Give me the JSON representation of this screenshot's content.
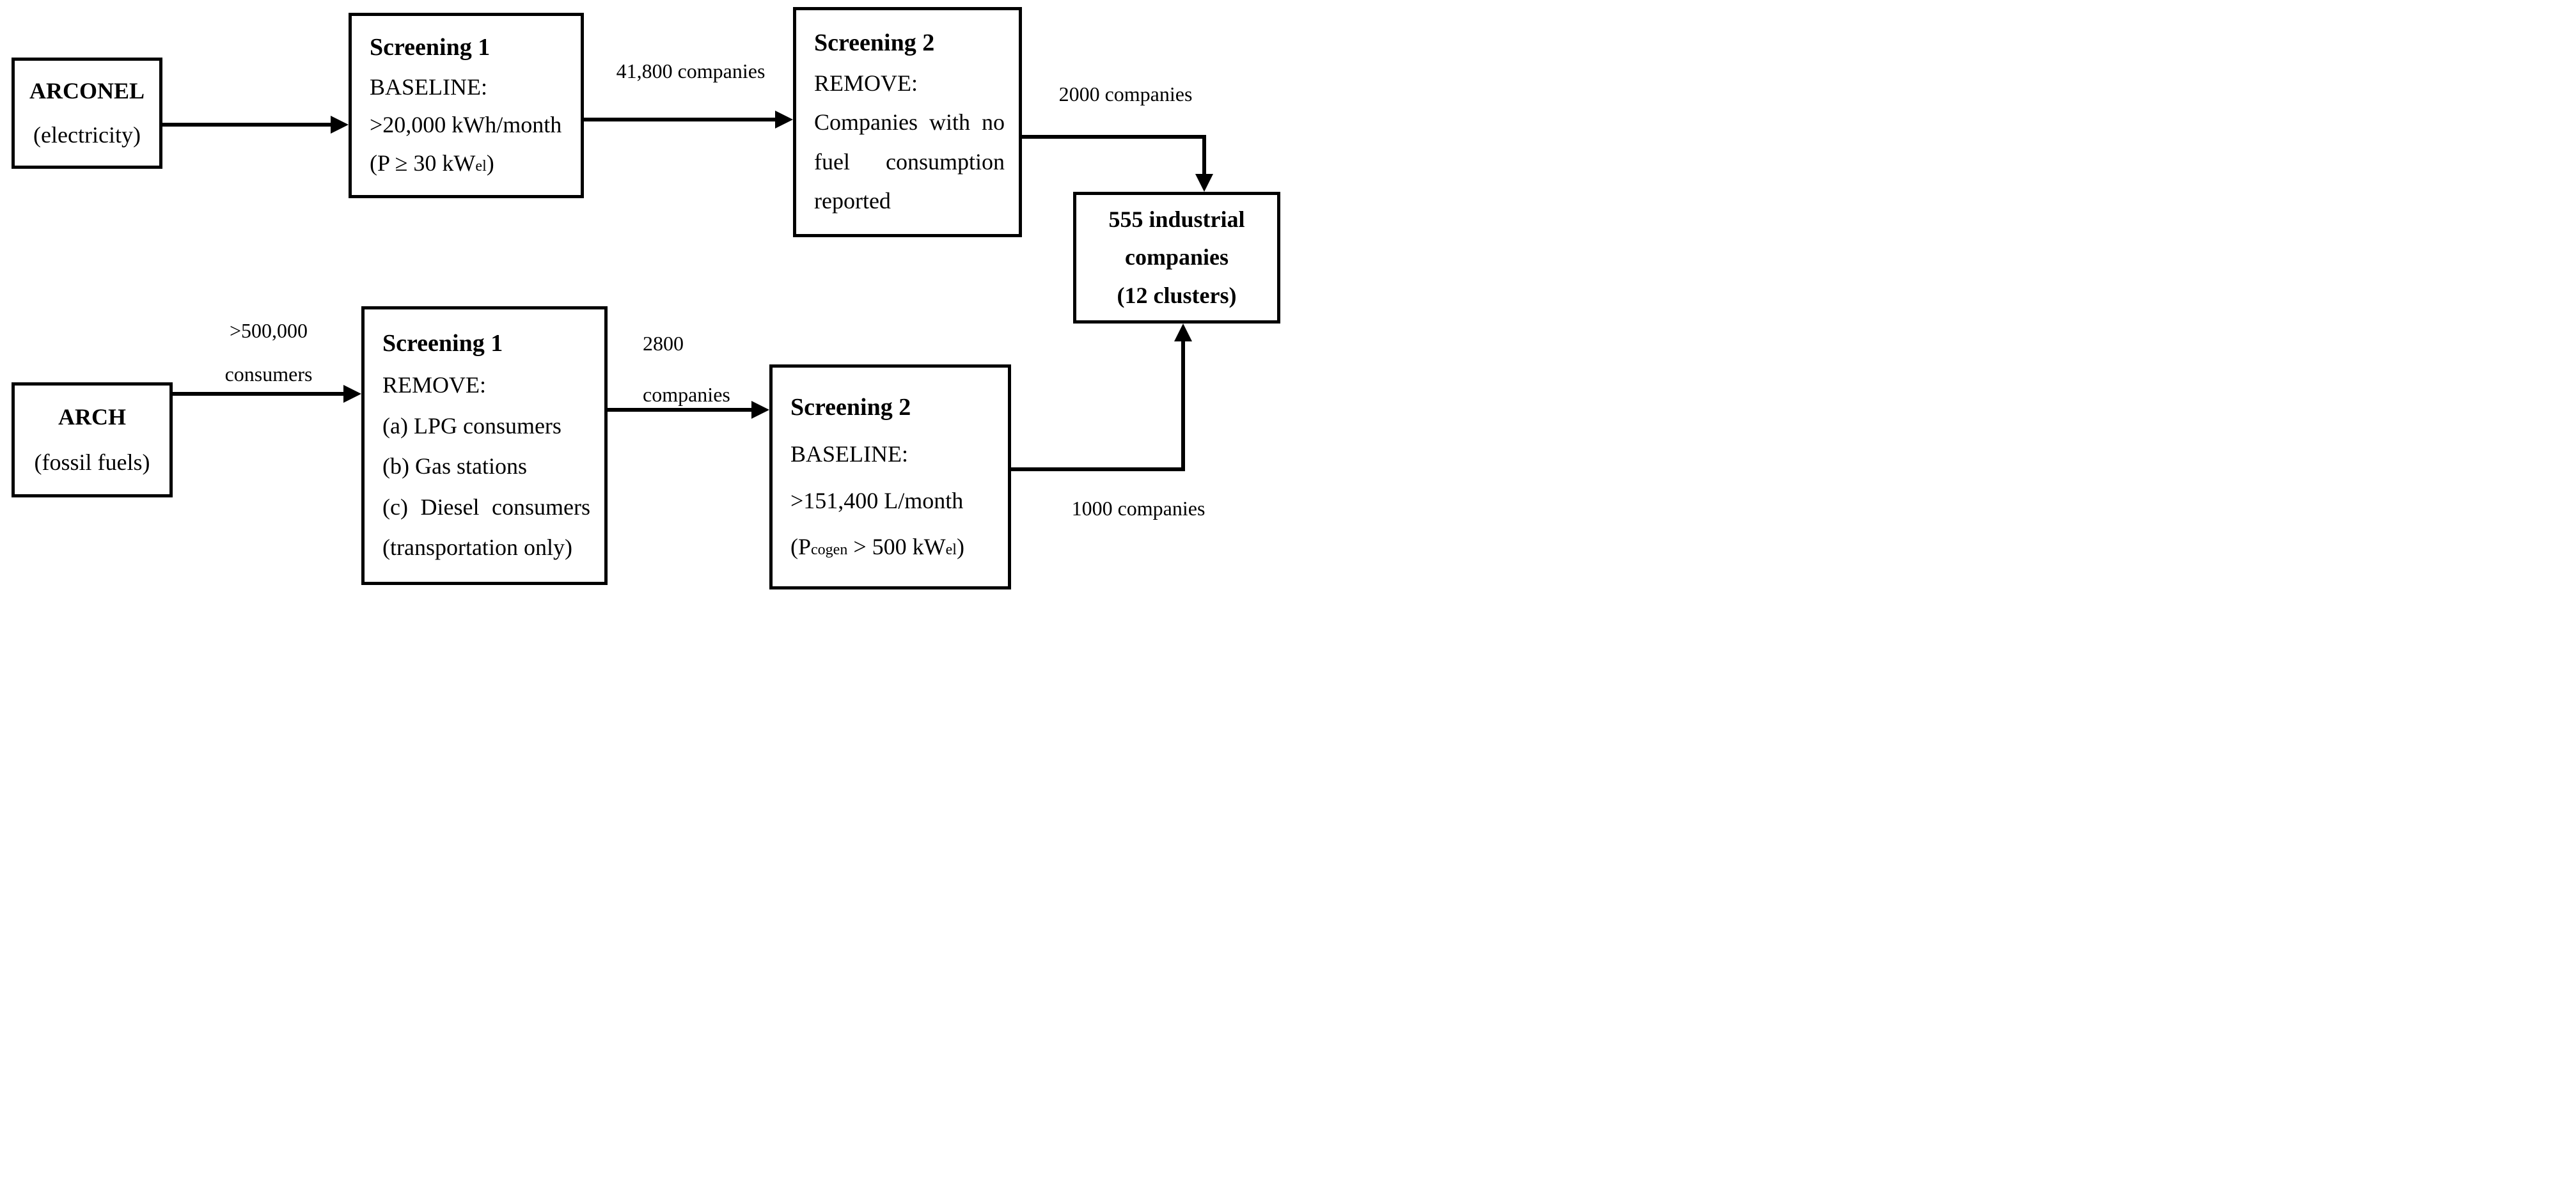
{
  "diagram": {
    "background_color": "#ffffff",
    "line_color": "#000000"
  },
  "boxes": {
    "arconel": {
      "name": "ARCONEL",
      "subtitle": "(electricity)"
    },
    "screening1_top": {
      "title": "Screening 1",
      "criterion_type": "BASELINE:",
      "threshold": ">20,000 kWh/month",
      "power_pre": "(P ≥ 30 kW",
      "power_sub": "el",
      "power_post": ")"
    },
    "screening2_top": {
      "title": "Screening 2",
      "criterion_type": "REMOVE:",
      "line1": "Companies with no",
      "line2": "fuel consumption",
      "line3": "reported"
    },
    "final": {
      "line1": "555 industrial",
      "line2": "companies",
      "line3": "(12 clusters)"
    },
    "arch": {
      "name": "ARCH",
      "subtitle": "(fossil fuels)"
    },
    "screening1_bottom": {
      "title": "Screening 1",
      "criterion_type": "REMOVE:",
      "item_a": "(a) LPG consumers",
      "item_b": "(b) Gas stations",
      "item_c": "(c) Diesel consumers",
      "item_c_note": "(transportation only)"
    },
    "screening2_bottom": {
      "title": "Screening 2",
      "criterion_type": "BASELINE:",
      "threshold": ">151,400 L/month",
      "power_pre": "(P",
      "power_sub1": "cogen",
      "power_mid": " > 500 kW",
      "power_sub2": "el",
      "power_post": ")"
    }
  },
  "flow_labels": {
    "s1_to_s2_top": "41,800 companies",
    "s2_to_final_top": "2000 companies",
    "arch_to_s1_line1": ">500,000",
    "arch_to_s1_line2": "consumers",
    "s1_to_s2_bottom_line1": "2800",
    "s1_to_s2_bottom_line2": "companies",
    "s2_to_final_bottom": "1000 companies"
  }
}
